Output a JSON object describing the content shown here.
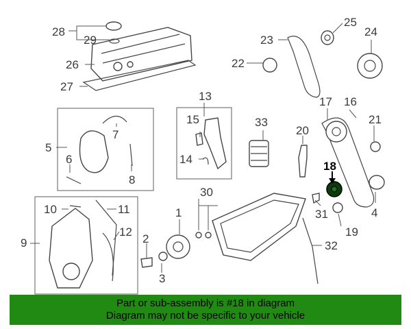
{
  "callouts": [
    "28",
    "29",
    "26",
    "27",
    "25",
    "23",
    "24",
    "22",
    "13",
    "15",
    "14",
    "33",
    "17",
    "16",
    "21",
    "20",
    "5",
    "7",
    "6",
    "8",
    "18",
    "30",
    "1",
    "10",
    "11",
    "31",
    "4",
    "12",
    "9",
    "2",
    "3",
    "19",
    "32"
  ],
  "highlighted_callout": "18",
  "banner": {
    "line1": "Part or sub-assembly is #18 in diagram",
    "line2": "Diagram may not be specific to your vehicle"
  },
  "colors": {
    "banner_bg": "#218a12",
    "line_art": "#444444",
    "highlight_part": "#0b3d0b"
  }
}
